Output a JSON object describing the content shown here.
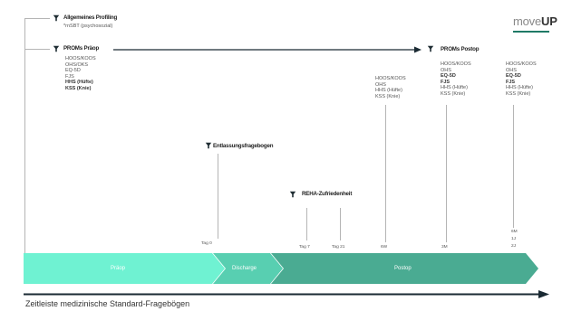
{
  "logo": {
    "part1": "move",
    "part2": "UP"
  },
  "profiling": {
    "title": "Allgemeines Profiling",
    "subtitle": "*rnSBT (psychosozial)"
  },
  "prom_praeop": {
    "title": "PROMs Präop",
    "items": [
      "HOOS/KOOS",
      "OHS/OKS",
      "EQ-5D",
      "FJS",
      "HHS (Hüfte)",
      "KSS (Knie)"
    ]
  },
  "prom_postop": {
    "title": "PROMs Postop"
  },
  "col_6w": {
    "items": [
      "HOOS/KOOS",
      "OHS",
      "HHS (Hüfte)",
      "KSS (Knie)"
    ]
  },
  "col_3m": {
    "items": [
      "HOOS/KOOS",
      "OHS",
      "EQ-5D",
      "FJS",
      "HHS (Hüfte)",
      "KSS (Knie)"
    ]
  },
  "col_6m": {
    "items": [
      "HOOS/KOOS",
      "OHS",
      "EQ-5D",
      "FJS",
      "HHS (Hüfte)",
      "KSS (Knie)"
    ]
  },
  "entlassung": {
    "title": "Entlassungsfragebogen"
  },
  "reha": {
    "title": "REHA-Zufriedenheit"
  },
  "ticks": {
    "tag0": "Tag 0",
    "tag7": "Tag 7",
    "tag21": "Tag 21",
    "w6": "6W",
    "m3": "3M",
    "m6": "6M",
    "j1": "1J",
    "j2": "2J"
  },
  "phases": [
    {
      "label": "Präop",
      "color": "#6ff2d2"
    },
    {
      "label": "Discharge",
      "color": "#58cfb1"
    },
    {
      "label": "Postop",
      "color": "#4aab92"
    }
  ],
  "caption": "Zeitleiste medizinische Standard-Fragebögen",
  "colors": {
    "accent": "#1f7a66",
    "arrow": "#1a2a33",
    "line": "#b5b5b5"
  }
}
